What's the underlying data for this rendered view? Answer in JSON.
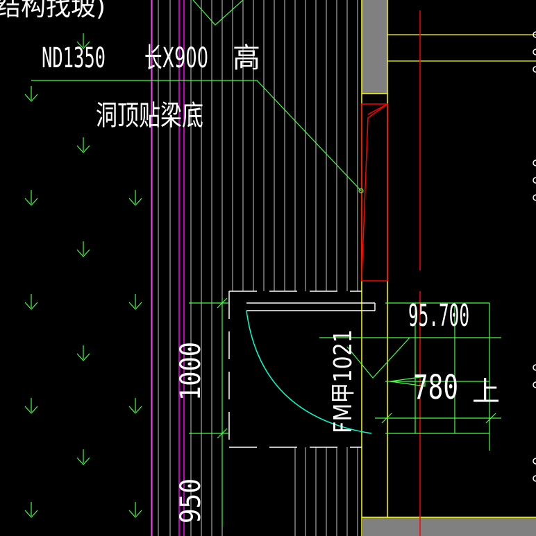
{
  "colors": {
    "background": "#000000",
    "hatch": "#c8c8c8",
    "wall_fill": "#808080",
    "yellow": "#ffff00",
    "green": "#00ff00",
    "magenta": "#ff00ff",
    "red": "#ff0000",
    "cyan": "#00ffcc",
    "white": "#ffffff"
  },
  "labels": {
    "top_partial": "结构找坡)",
    "opening_spec_code": "ND1350",
    "opening_spec_length": "长X900",
    "opening_spec_height": "高",
    "opening_note": "洞顶贴梁底",
    "door_tag": "FM甲1021",
    "elevation": "95.700",
    "level_offset": "780",
    "direction_up": "上",
    "dimension_1000": "1000",
    "dimension_950": "950"
  }
}
